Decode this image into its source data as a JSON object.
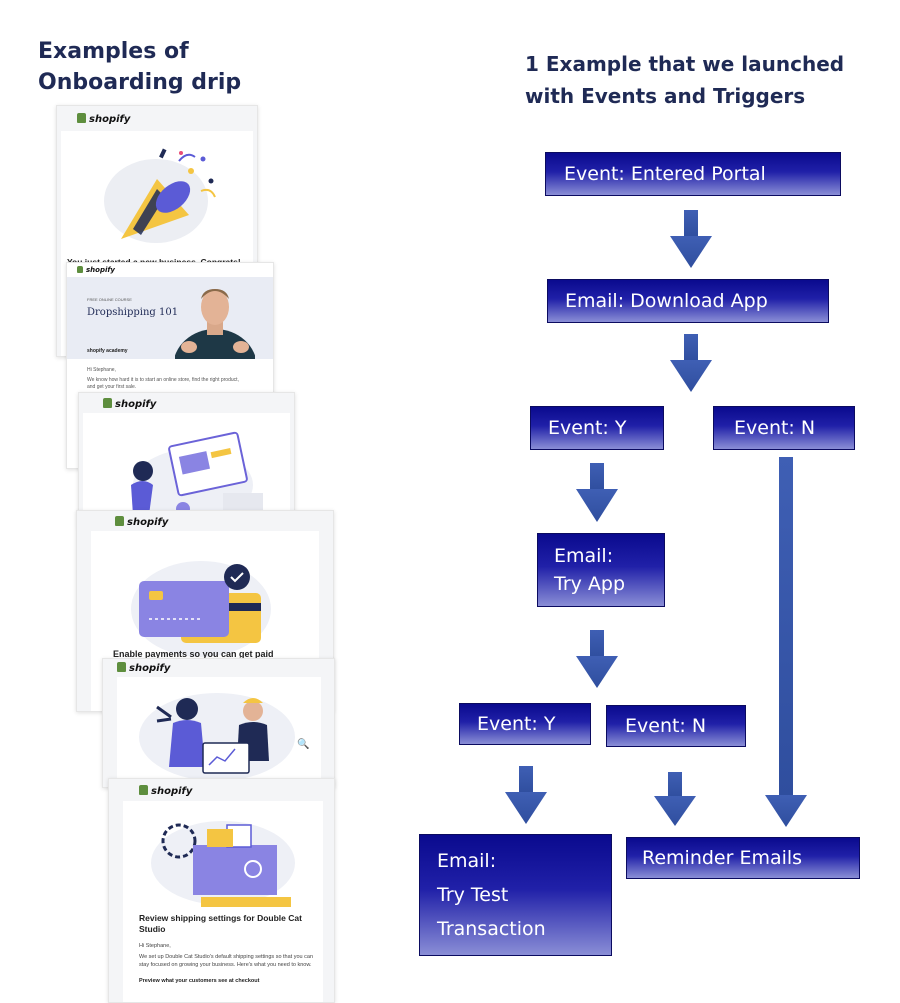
{
  "left_title": "Examples of Onboarding drip",
  "right_title": "1 Example that we launched with Events and Triggers",
  "emails": {
    "e1_logo": "shopify",
    "e1_text": "You just started a new business. Congrats!",
    "e2_logo": "shopify",
    "e2_tag": "FREE ONLINE COURSE",
    "e2_title": "Dropshipping 101",
    "e2_academy": "shopify academy",
    "e2_greet": "Hi Stephane,",
    "e2_body": "We know how hard it is to start an online store, find the right product, and get your first sale.",
    "e3_logo": "shopify",
    "e4_logo": "shopify",
    "e4_text": "Enable payments so you can get paid",
    "e5_logo": "shopify",
    "e6_logo": "shopify",
    "e6_title": "Review shipping settings for Double Cat Studio",
    "e6_greet": "Hi Stephane,",
    "e6_body": "We set up Double Cat Studio's default shipping settings so that you can stay focused on growing your business. Here's what you need to know.",
    "e6_sub": "Preview what your customers see at checkout"
  },
  "flow": {
    "entered_portal": "Event: Entered Portal",
    "download_app": "Email: Download App",
    "event_y1": "Event: Y",
    "event_n1": "Event: N",
    "try_app_1": "Email:",
    "try_app_2": "Try App",
    "event_y2": "Event: Y",
    "event_n2": "Event: N",
    "try_test_1": "Email:",
    "try_test_2": "Try Test",
    "try_test_3": "Transaction",
    "reminder": "Reminder Emails"
  },
  "colors": {
    "heading": "#1f2a55",
    "box_top": "#0a0a8e",
    "box_bottom": "#8a8ed6",
    "arrow": "#3b5fb0",
    "illustration": "#6b63d8"
  }
}
